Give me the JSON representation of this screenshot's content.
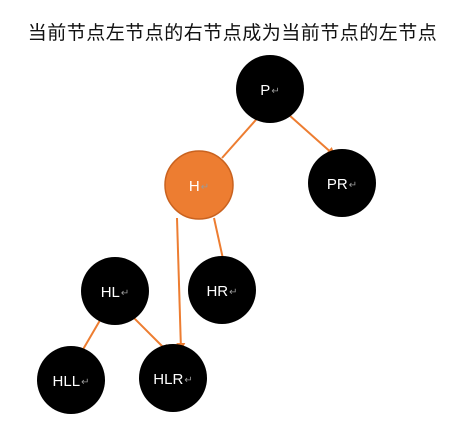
{
  "title": "当前节点左节点的右节点成为当前节点的左节点",
  "colors": {
    "node_fill": "#000000",
    "highlight_fill": "#ed7d31",
    "highlight_stroke": "#c9621f",
    "edge": "#ed7d31",
    "label": "#ffffff"
  },
  "nodes": {
    "p": {
      "label": "P",
      "mark": "↵"
    },
    "h": {
      "label": "H",
      "mark": "↵"
    },
    "pr": {
      "label": "PR",
      "mark": "↵"
    },
    "hl": {
      "label": "HL",
      "mark": "↵"
    },
    "hr": {
      "label": "HR",
      "mark": "↵"
    },
    "hll": {
      "label": "HLL",
      "mark": "↵"
    },
    "hlr": {
      "label": "HLR",
      "mark": "↵"
    }
  }
}
